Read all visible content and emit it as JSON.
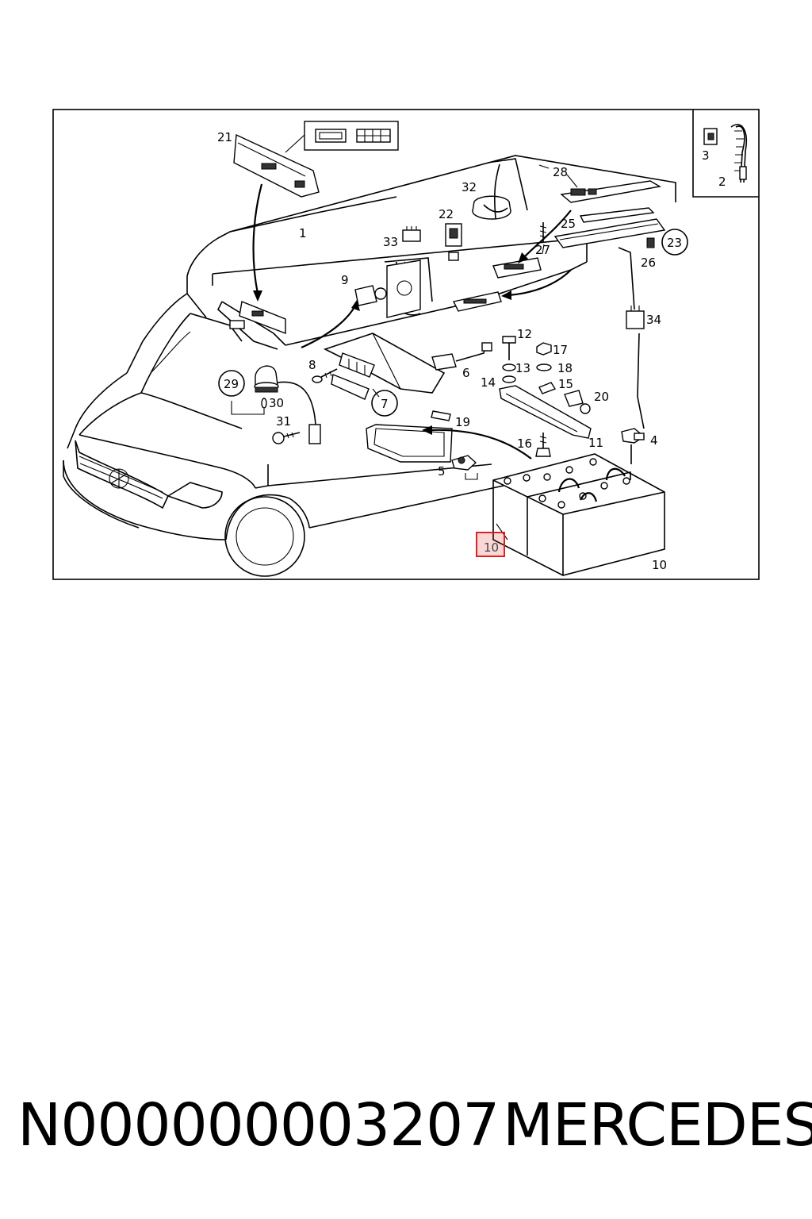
{
  "diagram": {
    "callouts": [
      {
        "id": "c1",
        "text": "1"
      },
      {
        "id": "c2",
        "text": "2"
      },
      {
        "id": "c3",
        "text": "3"
      },
      {
        "id": "c4",
        "text": "4"
      },
      {
        "id": "c5",
        "text": "5"
      },
      {
        "id": "c6",
        "text": "6"
      },
      {
        "id": "c7",
        "text": "7"
      },
      {
        "id": "c8",
        "text": "8"
      },
      {
        "id": "c9",
        "text": "9"
      },
      {
        "id": "c10a",
        "text": "10"
      },
      {
        "id": "c10b",
        "text": "10"
      },
      {
        "id": "c11",
        "text": "11"
      },
      {
        "id": "c12",
        "text": "12"
      },
      {
        "id": "c13",
        "text": "13"
      },
      {
        "id": "c14",
        "text": "14"
      },
      {
        "id": "c15",
        "text": "15"
      },
      {
        "id": "c16",
        "text": "16"
      },
      {
        "id": "c17",
        "text": "17"
      },
      {
        "id": "c18",
        "text": "18"
      },
      {
        "id": "c19",
        "text": "19"
      },
      {
        "id": "c20",
        "text": "20"
      },
      {
        "id": "c21",
        "text": "21"
      },
      {
        "id": "c22",
        "text": "22"
      },
      {
        "id": "c23",
        "text": "23"
      },
      {
        "id": "c25",
        "text": "25"
      },
      {
        "id": "c26",
        "text": "26"
      },
      {
        "id": "c27",
        "text": "27"
      },
      {
        "id": "c28",
        "text": "28"
      },
      {
        "id": "c29",
        "text": "29"
      },
      {
        "id": "c30",
        "text": "30"
      },
      {
        "id": "c31",
        "text": "31"
      },
      {
        "id": "c32",
        "text": "32"
      },
      {
        "id": "c33",
        "text": "33"
      },
      {
        "id": "c34",
        "text": "34"
      }
    ],
    "highlight_color": "#e02020"
  },
  "footer": {
    "part_number": "N000000003207",
    "brand": "MERCEDES"
  }
}
